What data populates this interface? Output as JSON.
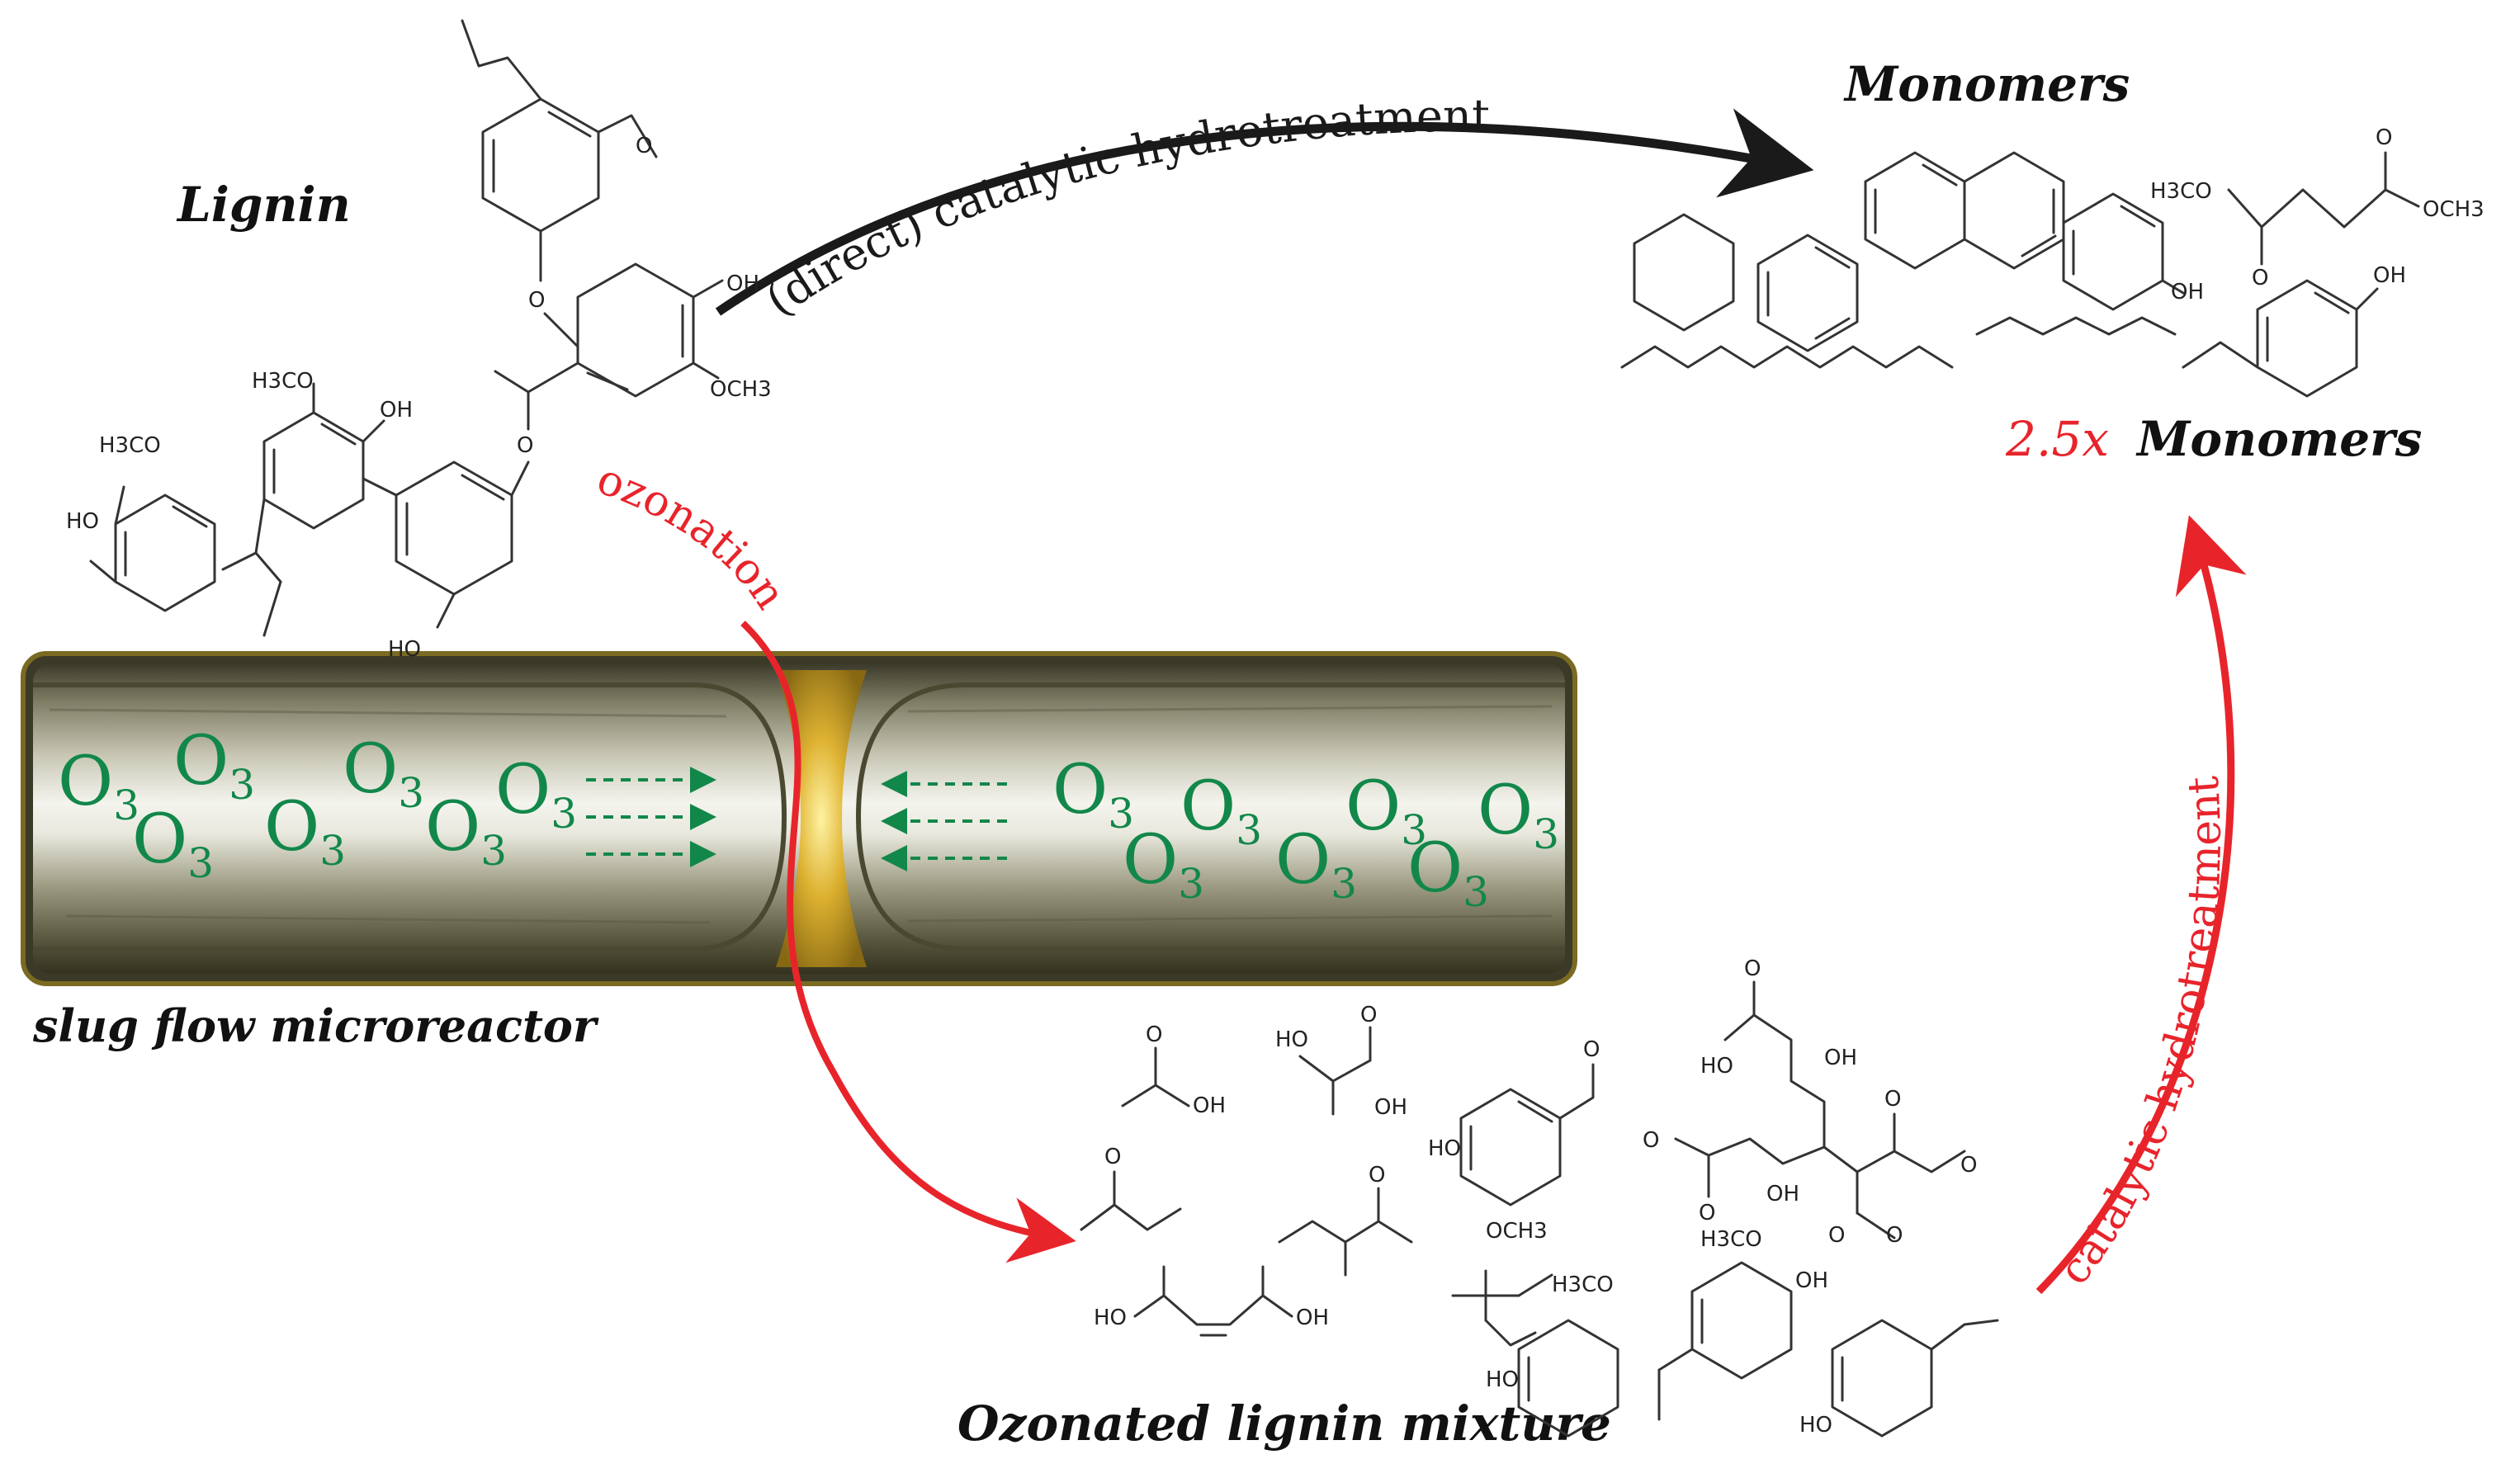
{
  "labels": {
    "lignin": "Lignin",
    "monomers": "Monomers",
    "monomers_factor": "2.5x",
    "monomers_after": "Monomers",
    "reactor": "slug flow microreactor",
    "ozonated": "Ozonated lignin mixture"
  },
  "arrows": {
    "direct": "(direct) catalytic hydrotreatment",
    "ozonation": "ozonation",
    "catalytic": "catalytic hydrotreatment"
  },
  "reactor_ozone": {
    "symbol": "O",
    "subscript": "3"
  },
  "atoms": {
    "oh": "OH",
    "ho": "HO",
    "och3": "OCH3",
    "h3co": "H3CO",
    "h3c_o": "H3CO"
  },
  "colors": {
    "red": "#e8242b",
    "green": "#12874a",
    "dark_arrow": "#1a1a1a",
    "reactor_gold": "#7a6a22"
  }
}
